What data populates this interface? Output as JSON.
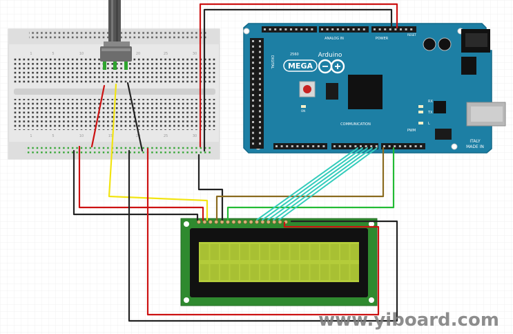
{
  "arduino": {
    "model": "MEGA",
    "brand": "Arduino",
    "version": "2560",
    "header_labels": [
      "ANALOG IN",
      "POWER",
      "COMMUNICATION",
      "DIGITAL",
      "PWM"
    ],
    "made_in": "MADE IN",
    "country": "ITALY",
    "led_labels": [
      "RX",
      "TX",
      "L",
      "ON"
    ],
    "reset_label": "RESET"
  },
  "breadboard": {
    "column_numbers": [
      "1",
      "5",
      "10",
      "15",
      "20",
      "25",
      "30"
    ]
  },
  "lcd": {
    "rows": 2,
    "columns": 16,
    "screen_color": "#b4cc3a",
    "pcb_color": "#2f8a2f"
  },
  "wires": {
    "colors": {
      "red": "#cc1111",
      "black": "#222222",
      "yellow": "#f2e411",
      "brown": "#8a6a1e",
      "green": "#22bb33",
      "cyan": "#33ccbb"
    }
  },
  "watermark": "www.yiboard.com"
}
